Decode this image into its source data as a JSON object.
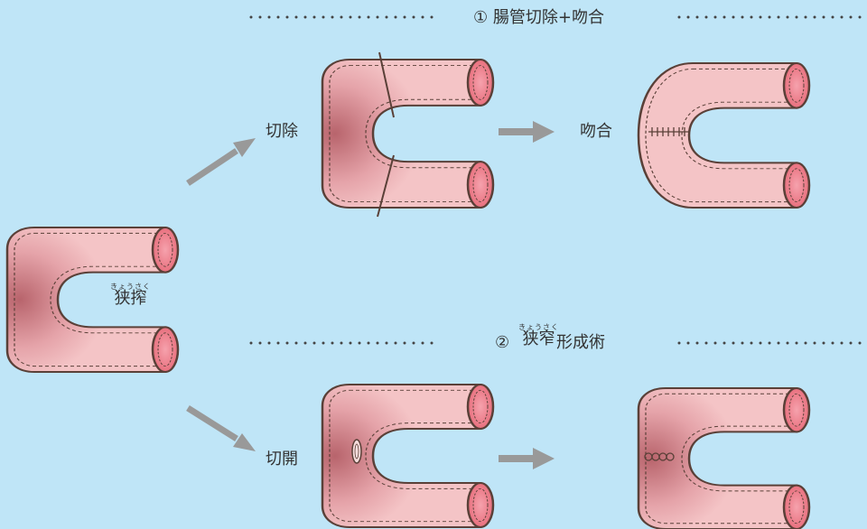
{
  "section1": {
    "title": "① 腸管切除+吻合"
  },
  "section2": {
    "number": "②",
    "ruby_text": "きょうさく",
    "ruby_base": "狭窄",
    "suffix": "形成術"
  },
  "original": {
    "ruby_text": "きょうさく",
    "ruby_base": "狭搾"
  },
  "labels": {
    "resection": "切除",
    "anastomosis": "吻合",
    "incision": "切開"
  },
  "colors": {
    "background": "#bfe5f7",
    "tube_fill": "#f4c4c6",
    "tube_dark": "#c87a80",
    "tube_end": "#ee7f8c",
    "outline": "#5a4038",
    "arrow": "#999999"
  }
}
